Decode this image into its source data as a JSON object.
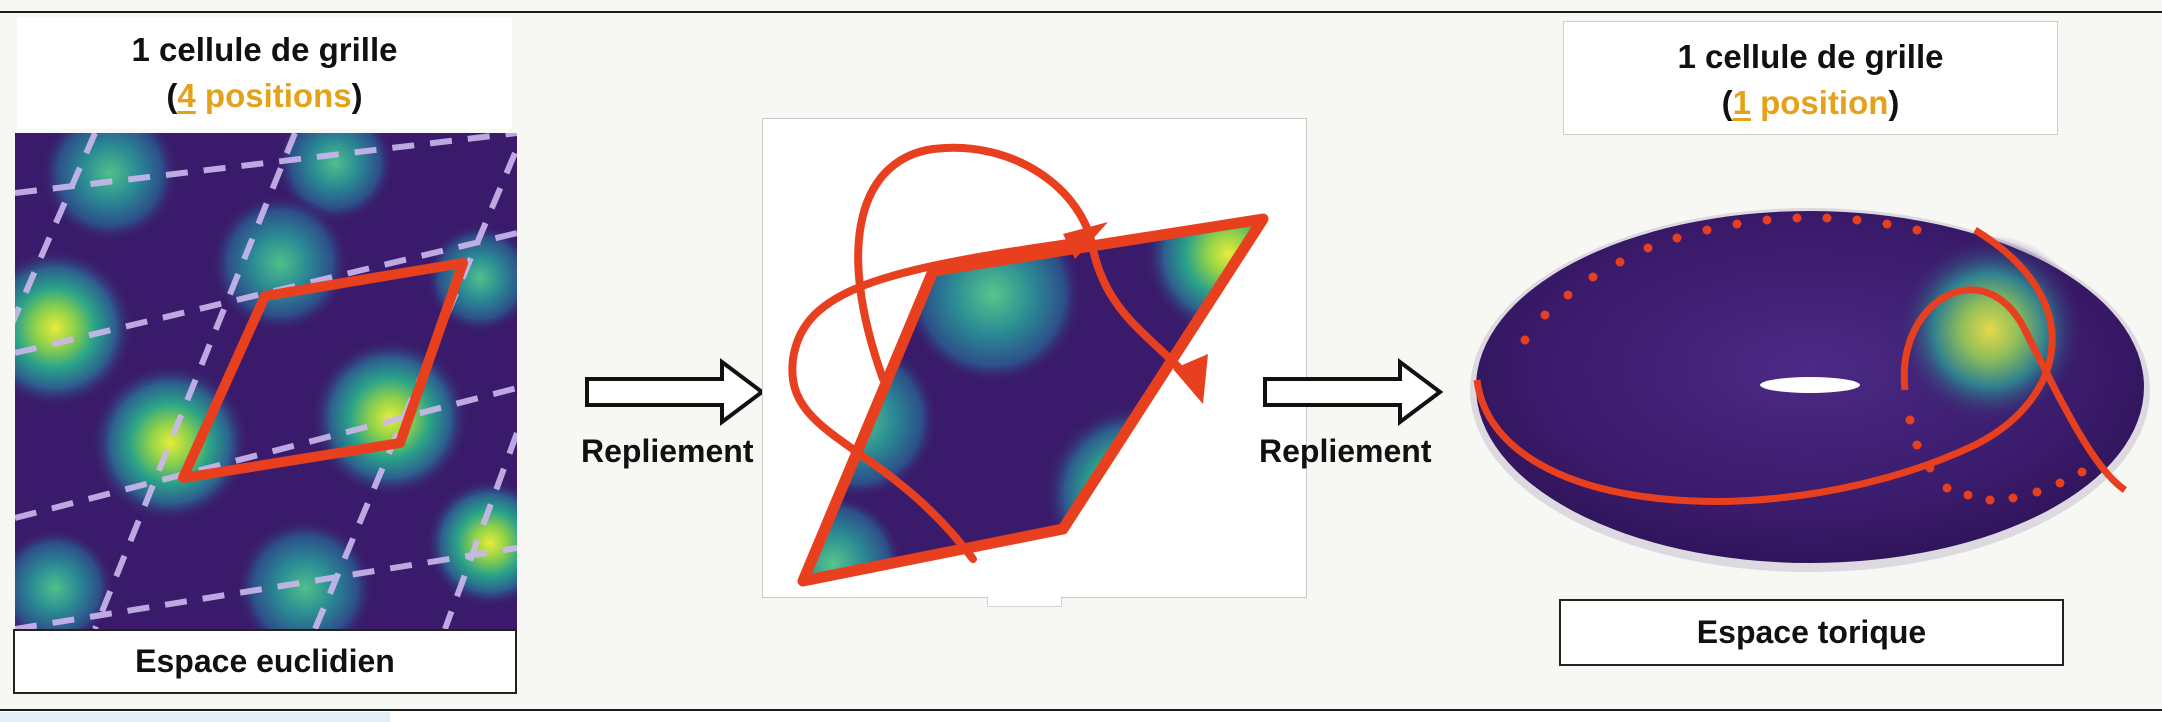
{
  "euclidean": {
    "title_line1": "1 cellule de grille",
    "count": "4",
    "positions_word": " positions",
    "label": "Espace euclidien"
  },
  "toric": {
    "title_line1": "1 cellule de grille",
    "count": "1",
    "positions_word": " position",
    "label": "Espace torique"
  },
  "arrows": [
    {
      "label": "Repliement"
    },
    {
      "label": "Repliement"
    }
  ],
  "colors": {
    "accent_orange": "#e3a21a",
    "fold_red": "#e8401f",
    "field_dark": "#3a1a6a",
    "field_peak": "#d9e43a",
    "grid_dash": "#c9b7e8"
  }
}
